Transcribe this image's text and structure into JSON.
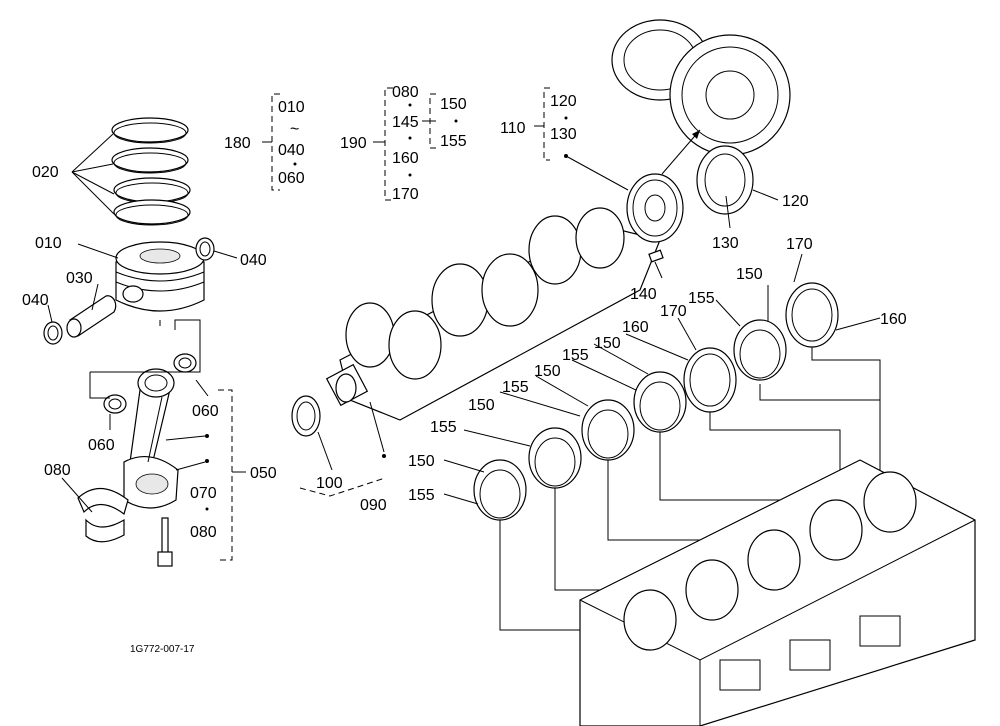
{
  "diagram_id": "1G772-007-17",
  "labels": {
    "l020": "020",
    "l010": "010",
    "l030": "030",
    "l040a": "040",
    "l040b": "040",
    "l060a": "060",
    "l060b": "060",
    "l080a": "080",
    "l070": "070",
    "l080b": "080",
    "l050": "050",
    "g180": "180",
    "g180_010": "010",
    "g180_tilde": "~",
    "g180_040": "040",
    "g180_060": "060",
    "g190": "190",
    "g190_080": "080",
    "g190_145": "145",
    "g190_160": "160",
    "g190_170": "170",
    "g190_150": "150",
    "g190_155": "155",
    "g110": "110",
    "g110_120": "120",
    "g110_130": "130",
    "l120": "120",
    "l130": "130",
    "l140": "140",
    "l170a": "170",
    "l150a": "150",
    "l155a": "155",
    "l160a": "160",
    "l170b": "170",
    "l160b": "160",
    "l150b": "150",
    "l155b": "155",
    "l150c": "150",
    "l155c": "155",
    "l150d": "150",
    "l155d": "155",
    "l150e": "150",
    "l155e": "155",
    "l100": "100",
    "l090": "090"
  }
}
